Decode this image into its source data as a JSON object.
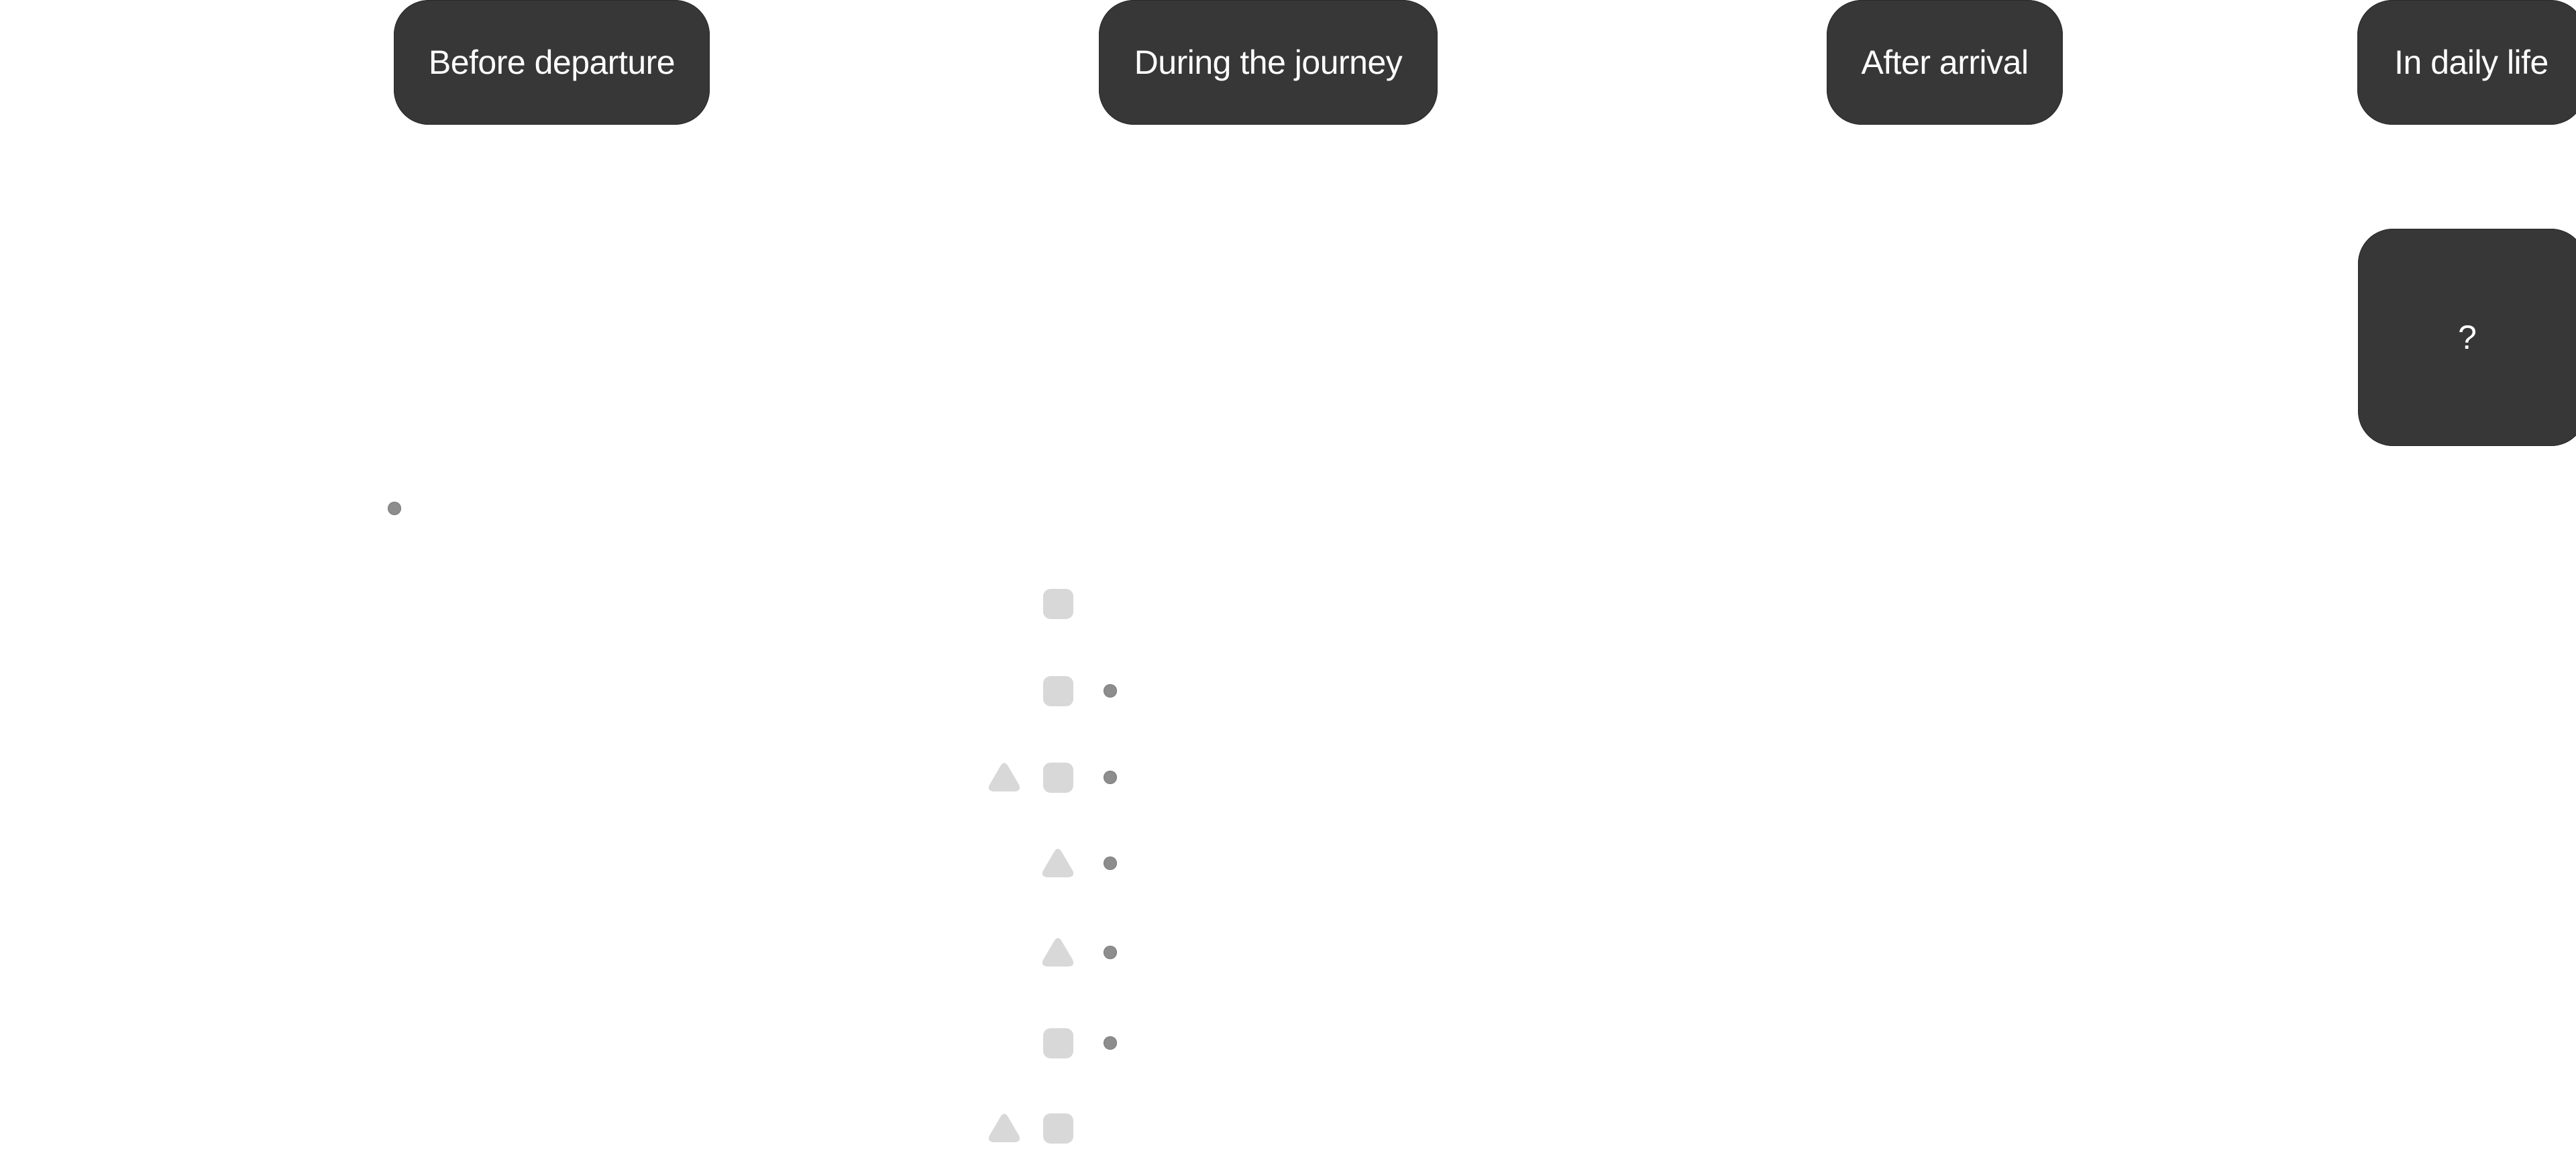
{
  "stages": [
    {
      "id": "before-departure",
      "label": "Before departure"
    },
    {
      "id": "during-the-journey",
      "label": "During the journey"
    },
    {
      "id": "after-arrival",
      "label": "After arrival"
    },
    {
      "id": "in-daily-life",
      "label": "In daily life"
    }
  ],
  "unknown_card": {
    "label": "?"
  },
  "colors": {
    "card_background": "#373737",
    "card_text": "#ffffff",
    "shape_light": "#d8d8d8",
    "dot": "#8d8d8d",
    "background": "#ffffff"
  },
  "markers": {
    "before_departure_dot": {
      "shape": "dot",
      "icon": "circle-icon"
    },
    "journey_rows": [
      {
        "triangle_left": false,
        "center": "square",
        "dot": false
      },
      {
        "triangle_left": false,
        "center": "square",
        "dot": true
      },
      {
        "triangle_left": true,
        "center": "square",
        "dot": true
      },
      {
        "triangle_left": false,
        "center": "triangle",
        "dot": true
      },
      {
        "triangle_left": false,
        "center": "triangle",
        "dot": true
      },
      {
        "triangle_left": false,
        "center": "square",
        "dot": true
      },
      {
        "triangle_left": true,
        "center": "square",
        "dot": false
      }
    ]
  }
}
